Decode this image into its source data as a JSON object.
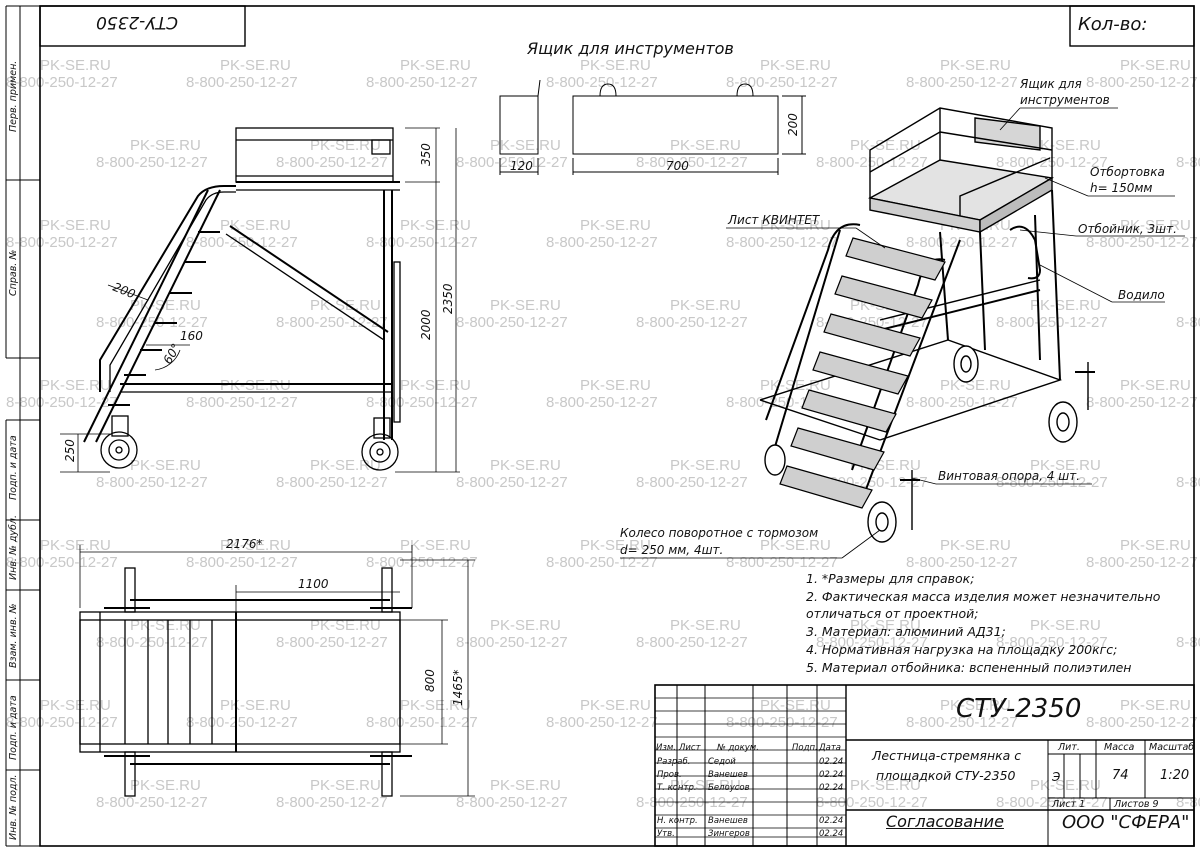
{
  "frame": {
    "top_left_code": "СТУ-2350",
    "top_right_label": "Кол-во:",
    "side_labels": [
      "Перв. примен.",
      "Справ. №",
      "Подп. и дата",
      "Инв. № дубл.",
      "Взам. инв. №",
      "Подп. и дата",
      "Инв. № подл."
    ]
  },
  "watermark": {
    "site": "PK-SE.RU",
    "phone": "8-800-250-12-27"
  },
  "toolbox": {
    "title": "Ящик для инструментов",
    "dim_depth": "120",
    "dim_length": "700",
    "dim_height": "200"
  },
  "side_view": {
    "dim_rail": "350",
    "dim_total": "2350",
    "dim_platform": "2000",
    "dim_step_depth": "200",
    "dim_step_pitch": "160",
    "dim_angle": "60°",
    "dim_wheel": "250"
  },
  "top_view": {
    "dim_length": "2176*",
    "dim_platform_len": "1100",
    "dim_width": "1465*",
    "dim_platform_width": "800"
  },
  "iso_labels": {
    "toolbox": "Ящик для инструментов",
    "kick": "Отбортовка",
    "kick_h": "h= 150мм",
    "bumper": "Отбойник, 3шт.",
    "handle": "Водило",
    "sheet": "Лист КВИНТЕТ",
    "screw": "Винтовая опора, 4 шт.",
    "wheel": "Колесо поворотное с тормозом",
    "wheel_d": "d= 250 мм, 4шт."
  },
  "notes": [
    "1.    *Размеры для справок;",
    "2.    Фактическая масса  изделия может незначительно",
    "отличаться от проектной;",
    "3.    Материал: алюминий АД31;",
    "4.    Нормативная нагрузка на площадку 200кгс;",
    "5.    Материал отбойника: вспененный полиэтилен"
  ],
  "title_block": {
    "designation": "СТУ-2350",
    "name_line1": "Лестница-стремянка с",
    "name_line2": "площадкой СТУ-2350",
    "approval": "Согласование",
    "company": "ООО \"СФЕРА\"",
    "col_lit": "Лит.",
    "col_mass": "Масса",
    "col_scale": "Масштаб",
    "lit_value": "Э",
    "mass_value": "74",
    "scale_value": "1:20",
    "sheet_label": "Лист 1",
    "sheets_label": "Листов 9",
    "head": {
      "izm": "Изм.",
      "list": "Лист",
      "doc": "№ докум.",
      "sign": "Подп.",
      "date": "Дата"
    },
    "rows": [
      {
        "role": "Разраб.",
        "name": "Седой",
        "date": "02.24"
      },
      {
        "role": "Пров.",
        "name": "Ванешев",
        "date": "02.24"
      },
      {
        "role": "Т. контр.",
        "name": "Белоусов",
        "date": "02.24"
      },
      {
        "role": "",
        "name": "",
        "date": ""
      },
      {
        "role": "Н. контр.",
        "name": "Ванешев",
        "date": "02.24"
      },
      {
        "role": "Утв.",
        "name": "Зингеров",
        "date": "02.24"
      }
    ]
  }
}
